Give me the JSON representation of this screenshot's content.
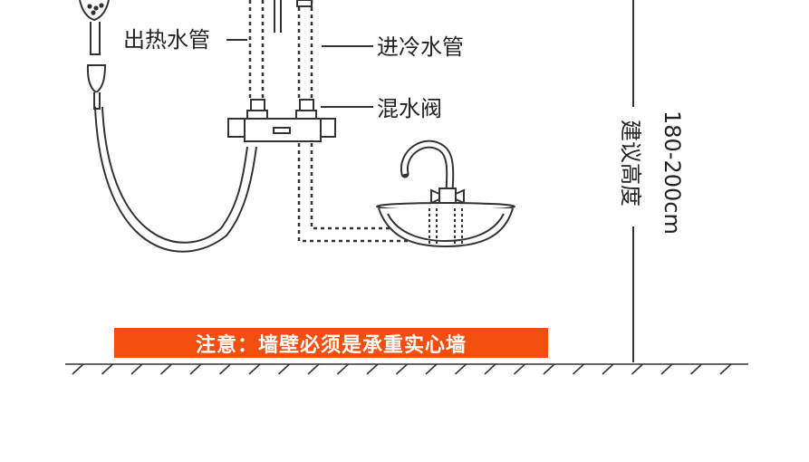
{
  "labels": {
    "hot_pipe": "出热水管",
    "cold_pipe": "进冷水管",
    "mixing_valve": "混水阀",
    "suggested_height": "建议高度",
    "height_value": "180-200cm",
    "warning": "注意：墙壁必须是承重实心墙"
  },
  "colors": {
    "warning_bg": "#f24e0e",
    "line": "#333333"
  }
}
